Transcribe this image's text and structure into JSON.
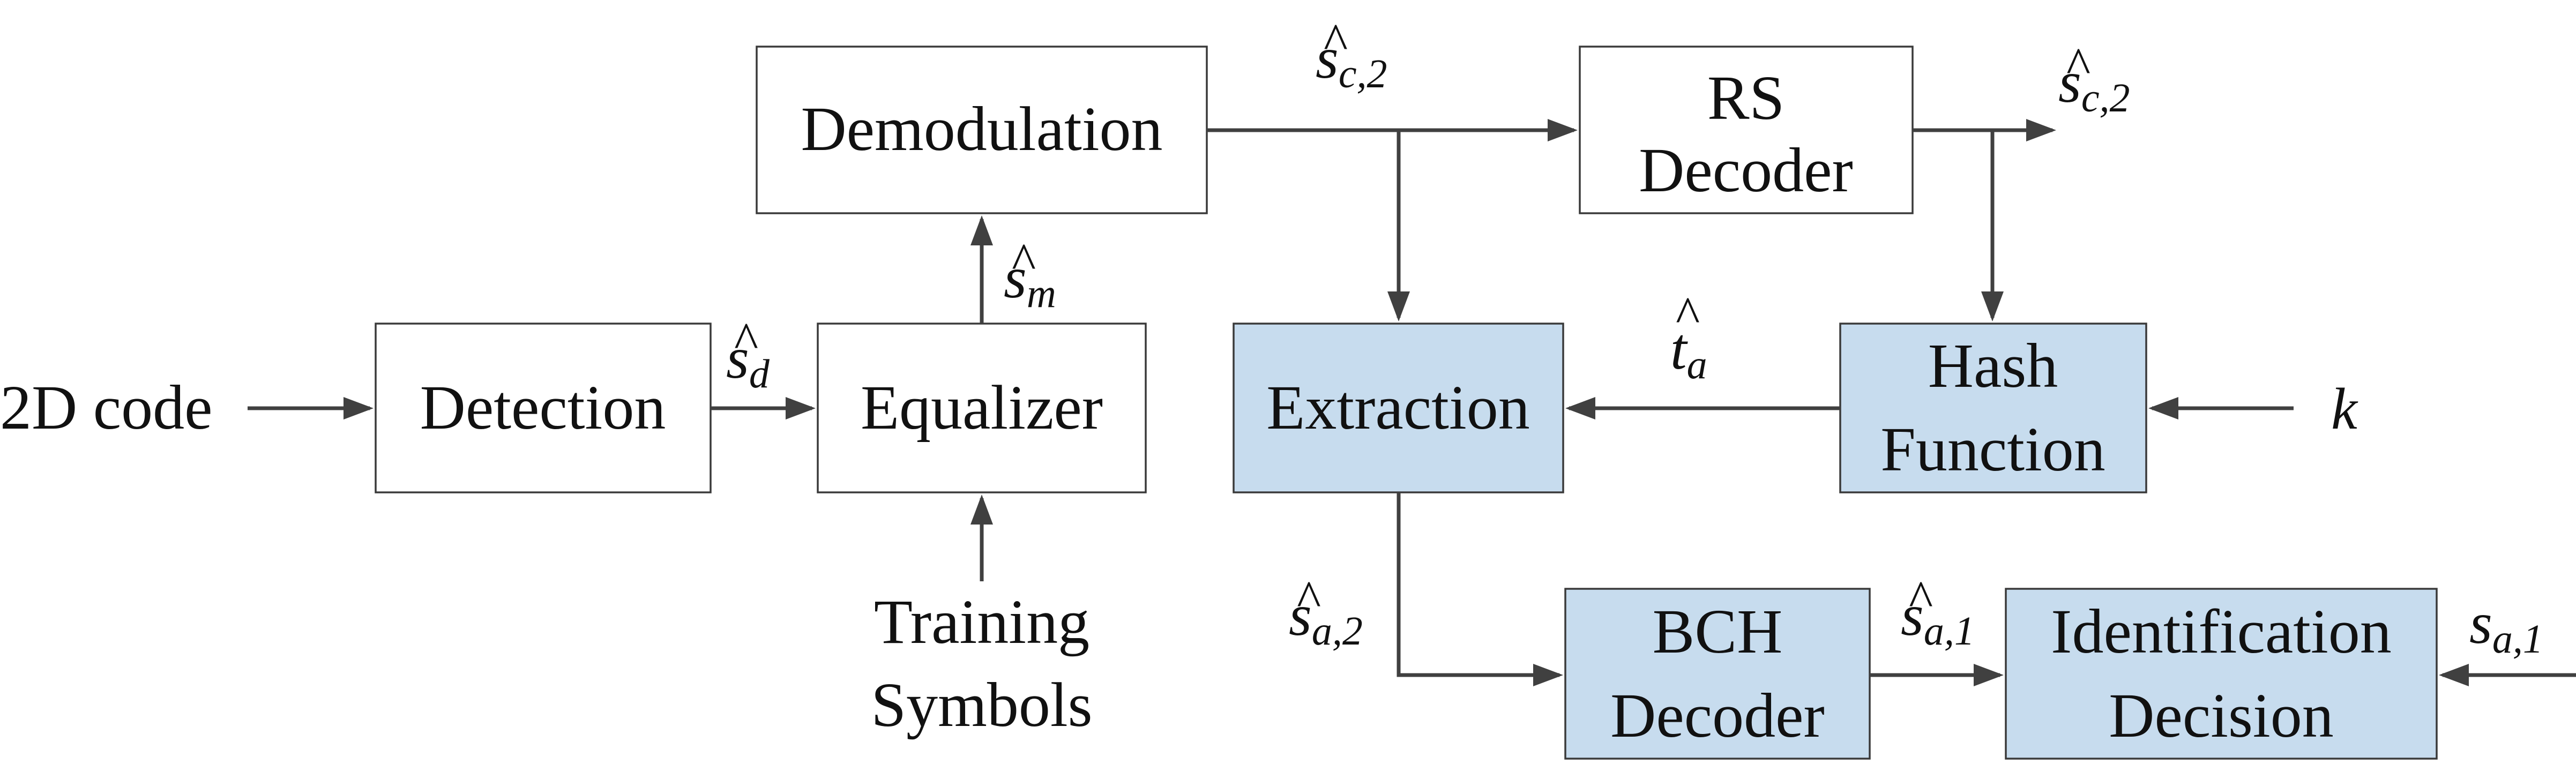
{
  "blocks": {
    "demodulation": "Demodulation",
    "rs_decoder": [
      "RS",
      "Decoder"
    ],
    "detection": "Detection",
    "equalizer": "Equalizer",
    "extraction": "Extraction",
    "hash_function": [
      "Hash",
      "Function"
    ],
    "bch_decoder": [
      "BCH",
      "Decoder"
    ],
    "identification_decision": [
      "Identification",
      "Decision"
    ]
  },
  "inputs": {
    "code": "2D code",
    "training_symbols": [
      "Training",
      "Symbols"
    ],
    "key": "k"
  },
  "signals": {
    "s_d": {
      "base": "s",
      "sub": "d",
      "hat": "^"
    },
    "s_m": {
      "base": "s",
      "sub": "m",
      "hat": "^"
    },
    "s_c2_top": {
      "base": "s",
      "sub": "c,2",
      "hat": "^"
    },
    "s_c2_out": {
      "base": "s",
      "sub": "c,2",
      "hat": "^"
    },
    "t_a": {
      "base": "t",
      "sub": "a",
      "hat": "^"
    },
    "s_a2": {
      "base": "s",
      "sub": "a,2",
      "hat": "^"
    },
    "s_a1_hat": {
      "base": "s",
      "sub": "a,1",
      "hat": "^"
    },
    "s_a1_ref": {
      "base": "s",
      "sub": "a,1"
    }
  },
  "colors": {
    "block_fill": "#c7dcee",
    "plain_fill": "#ffffff",
    "line": "#404040"
  }
}
